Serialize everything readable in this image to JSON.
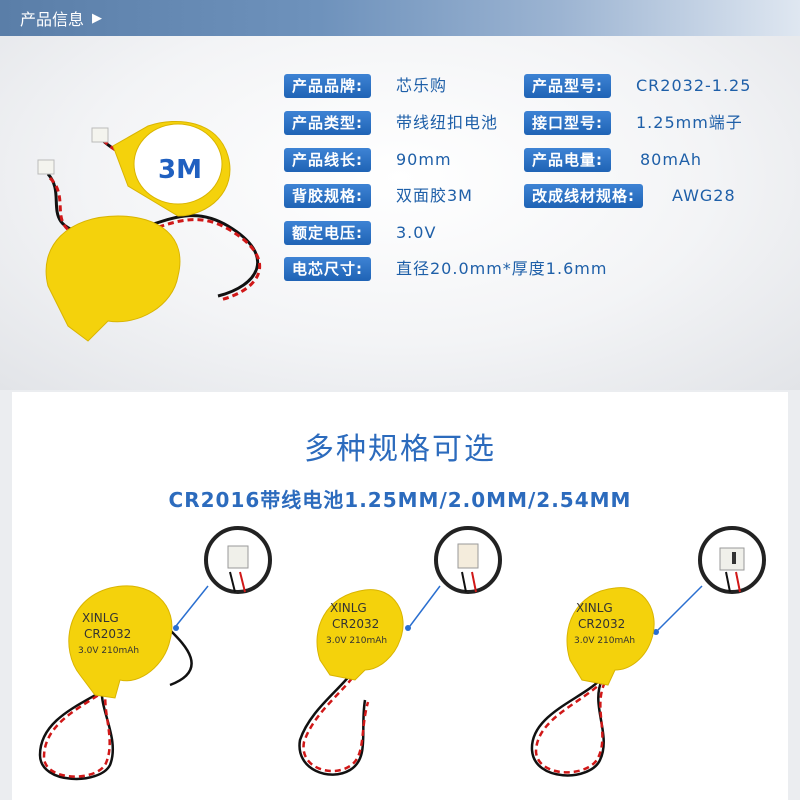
{
  "header": {
    "title": "产品信息",
    "arrow": "▶"
  },
  "specs": {
    "brand_label": "产品品牌:",
    "brand_value": "芯乐购",
    "model_label": "产品型号:",
    "model_value": "CR2032-1.25",
    "type_label": "产品类型:",
    "type_value": "带线纽扣电池",
    "port_label": "接口型号:",
    "port_value": "1.25mm端子",
    "length_label": "产品线长:",
    "length_value": "90mm",
    "capacity_label": "产品电量:",
    "capacity_value": "80mAh",
    "adhesive_label": "背胶规格:",
    "adhesive_value": "双面胶3M",
    "wire_label": "改成线材规格:",
    "wire_value": "AWG28",
    "voltage_label": "额定电压:",
    "voltage_value": "3.0V",
    "size_label": "电芯尺寸:",
    "size_value": "直径20.0mm*厚度1.6mm"
  },
  "product_image": {
    "adhesive_mark": "3M"
  },
  "section2": {
    "headline": "多种规格可选",
    "subline": "CR2016带线电池1.25MM/2.0MM/2.54MM"
  },
  "batteries": [
    {
      "brand": "XINLG",
      "model": "CR2032",
      "rating": "3.0V 210mAh"
    },
    {
      "brand": "XINLG",
      "model": "CR2032",
      "rating": "3.0V 210mAh"
    },
    {
      "brand": "XINLG",
      "model": "CR2032",
      "rating": "3.0V 210mAh"
    }
  ],
  "colors": {
    "accent": "#1f63b5",
    "value_text": "#1e5fa8",
    "battery_yellow": "#f4d20c",
    "wire_red": "#d01818",
    "wire_black": "#111111"
  }
}
